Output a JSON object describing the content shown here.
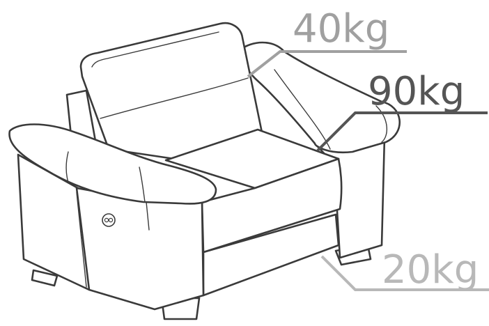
{
  "parts": [
    {
      "id": "backrest",
      "label": "40kg",
      "color": "#a0a0a0",
      "fill": "#a8a8a8"
    },
    {
      "id": "seat",
      "label": "90kg",
      "color": "#555555",
      "fill": "#6a6a6a"
    },
    {
      "id": "base",
      "label": "20kg",
      "color": "#b8b8b8",
      "fill": "#d8d8d8"
    }
  ],
  "colors": {
    "outline": "#3a3a3a",
    "body": "#ffffff"
  },
  "icons": {
    "control": "power-recline-button-icon"
  }
}
